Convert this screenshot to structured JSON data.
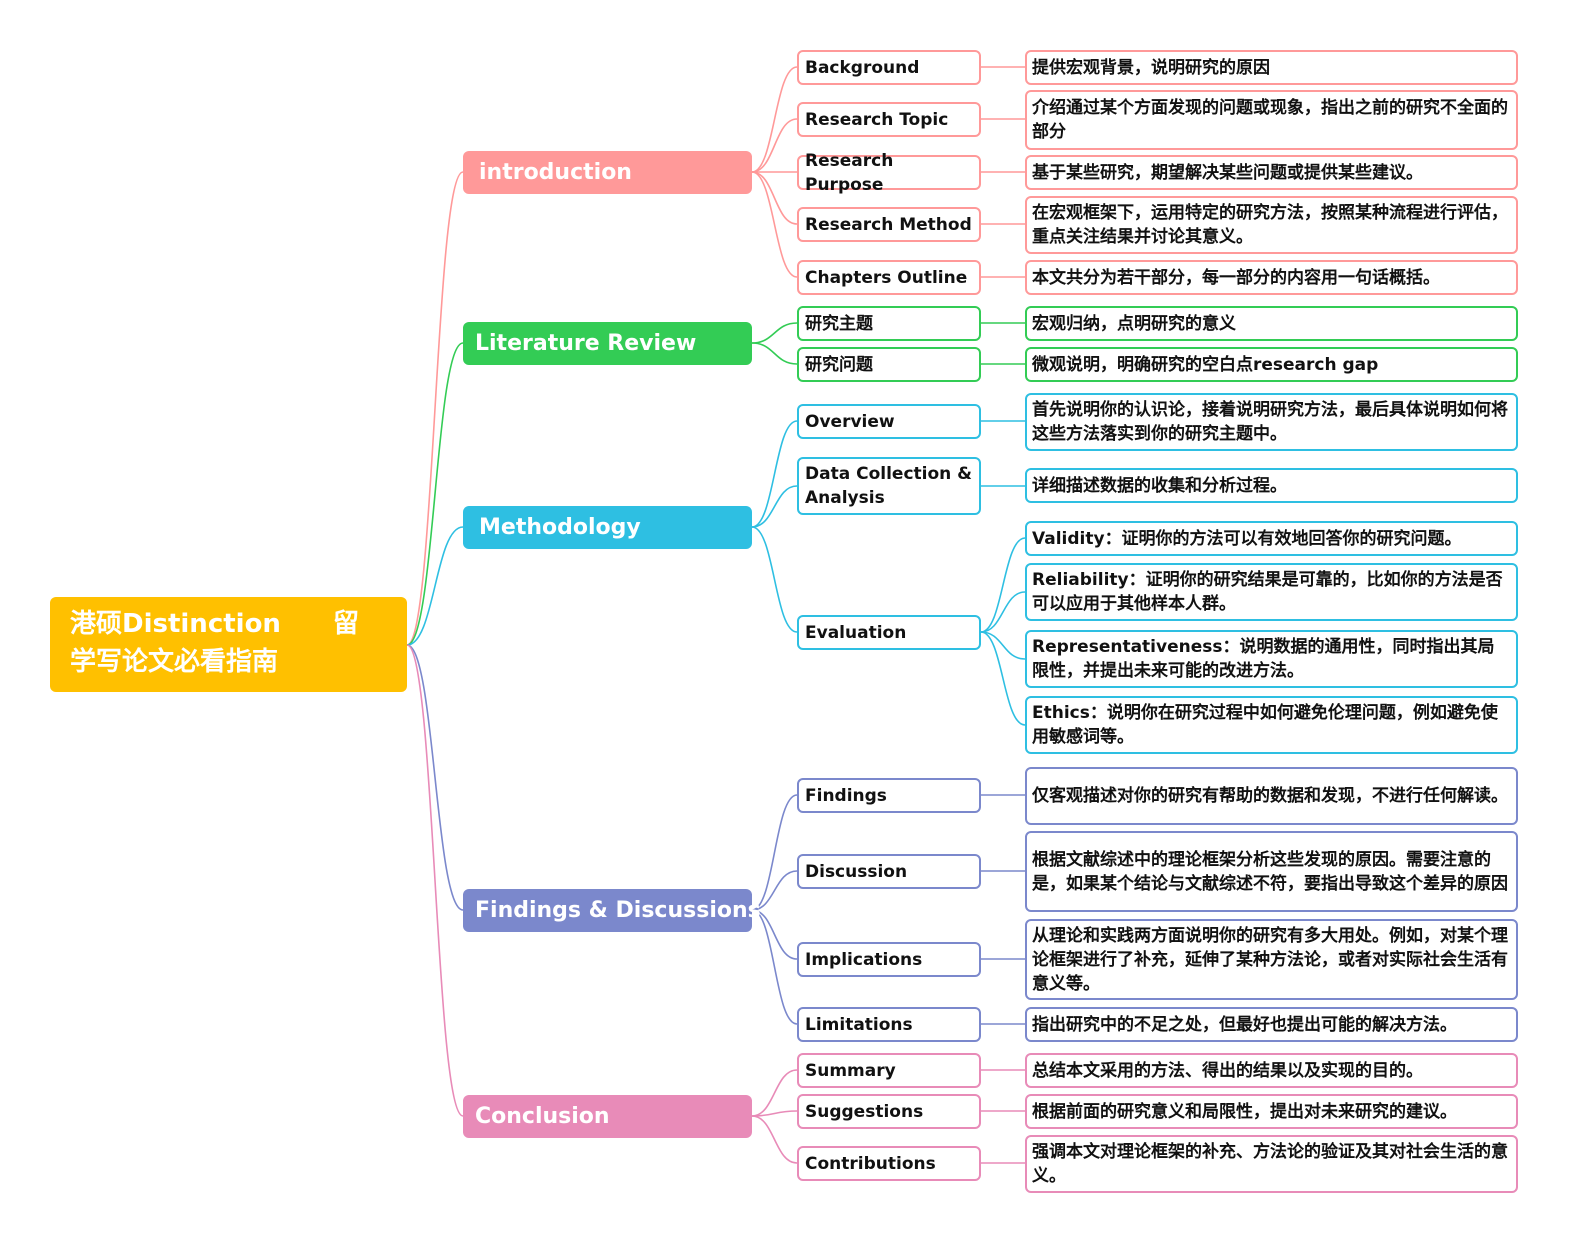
{
  "root": {
    "line1": "港硕Distinction　　留",
    "line2": "学写论文必看指南",
    "color": "#FFC000"
  },
  "branches": [
    {
      "label": "introduction",
      "color": "#FF9999",
      "items": [
        {
          "label": "Background",
          "desc": "提供宏观背景，说明研究的原因"
        },
        {
          "label": "Research Topic",
          "desc": "介绍通过某个方面发现的问题或现象，指出之前的研究不全面的部分"
        },
        {
          "label": "Research Purpose",
          "desc": "基于某些研究，期望解决某些问题或提供某些建议。"
        },
        {
          "label": "Research Method",
          "desc": "在宏观框架下，运用特定的研究方法，按照某种流程进行评估，重点关注结果并讨论其意义。"
        },
        {
          "label": "Chapters Outline",
          "desc": "本文共分为若干部分，每一部分的内容用一句话概括。"
        }
      ]
    },
    {
      "label": "Literature Review",
      "color": "#33CC55",
      "items": [
        {
          "label": "研究主题",
          "desc": "宏观归纳，点明研究的意义"
        },
        {
          "label": "研究问题",
          "desc": "微观说明，明确研究的空白点research gap"
        }
      ]
    },
    {
      "label": "Methodology",
      "color": "#2EBFE2",
      "items": [
        {
          "label": "Overview",
          "desc": " 首先说明你的认识论，接着说明研究方法，最后具体说明如何将这些方法落实到你的研究主题中。"
        },
        {
          "label": "Data Collection & Analysis",
          "desc": "详细描述数据的收集和分析过程。"
        },
        {
          "label": "Evaluation",
          "subs": [
            {
              "term": "Validity",
              "text": "：证明你的方法可以有效地回答你的研究问题。"
            },
            {
              "term": "Reliability",
              "text": "：证明你的研究结果是可靠的，比如你的方法是否可以应用于其他样本人群。"
            },
            {
              "term": "Representativeness",
              "text": "：说明数据的通用性，同时指出其局限性，并提出未来可能的改进方法。"
            },
            {
              "term": " Ethics",
              "text": "：说明你在研究过程中如何避免伦理问题，例如避免使用敏感词等。"
            }
          ]
        }
      ]
    },
    {
      "label": "Findings & Discussions",
      "color": "#7B88CC",
      "items": [
        {
          "label": "Findings",
          "desc": "仅客观描述对你的研究有帮助的数据和发现，不进行任何解读。"
        },
        {
          "label": "Discussion",
          "desc": "根据文献综述中的理论框架分析这些发现的原因。需要注意的是，如果某个结论与文献综述不符，要指出导致这个差异的原因"
        },
        {
          "label": "Implications",
          "desc": "从理论和实践两方面说明你的研究有多大用处。例如，对某个理论框架进行了补充，延伸了某种方法论，或者对实际社会生活有意义等。"
        },
        {
          "label": "Limitations",
          "desc": "指出研究中的不足之处，但最好也提出可能的解决方法。"
        }
      ]
    },
    {
      "label": "Conclusion",
      "color": "#E88BB8",
      "items": [
        {
          "label": "Summary",
          "desc": "总结本文采用的方法、得出的结果以及实现的目的。"
        },
        {
          "label": "Suggestions",
          "desc": "根据前面的研究意义和局限性，提出对未来研究的建议。"
        },
        {
          "label": "Contributions",
          "desc": "强调本文对理论框架的补充、方法论的验证及其对社会生活的意义。"
        }
      ]
    }
  ]
}
